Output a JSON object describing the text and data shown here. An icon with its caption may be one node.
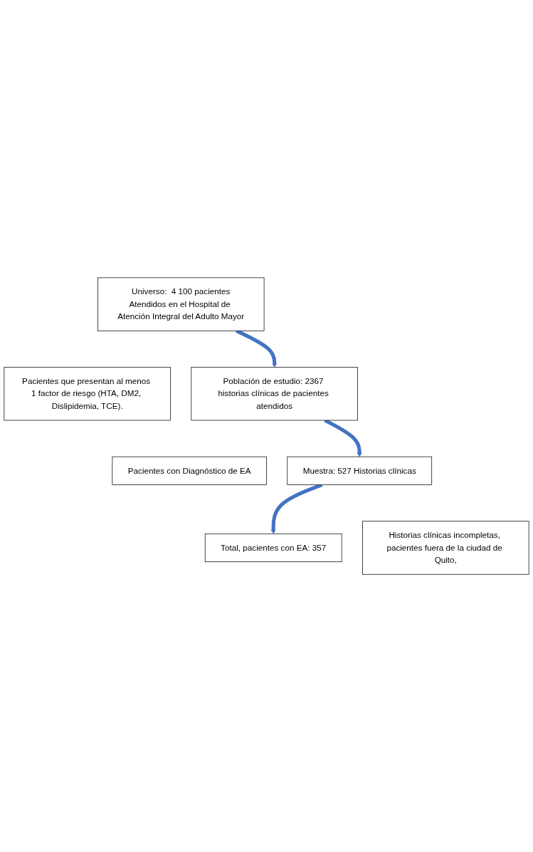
{
  "diagram": {
    "nodes": [
      {
        "text": [
          "Universo:  4 100 pacientes",
          "Atendidos en el Hospital de Atención Integral del Adulto Mayor"
        ]
      },
      {
        "text": [
          "Pacientes que presentan al menos 1 factor de riesgo (HTA, DM2, Dislipidemia, TCE)."
        ]
      },
      {
        "text": [
          "Población de estudio: 2367 historias clínicas de pacientes atendidos"
        ]
      },
      {
        "text": [
          "Pacientes con Diagnóstico de EA"
        ]
      },
      {
        "text": [
          "Muestra: 527 Historias clínicas"
        ]
      },
      {
        "text": [
          "Historias clínicas incompletas, pacientes fuera de la ciudad de Quito,"
        ]
      },
      {
        "text": [
          "Total, pacientes con EA: 357"
        ]
      }
    ],
    "edges": [
      {
        "from": 0,
        "to": 2,
        "arrow": "to"
      },
      {
        "from": 2,
        "to": 4,
        "arrow": "to"
      },
      {
        "from": 4,
        "to": 6,
        "arrow": "to"
      }
    ]
  }
}
